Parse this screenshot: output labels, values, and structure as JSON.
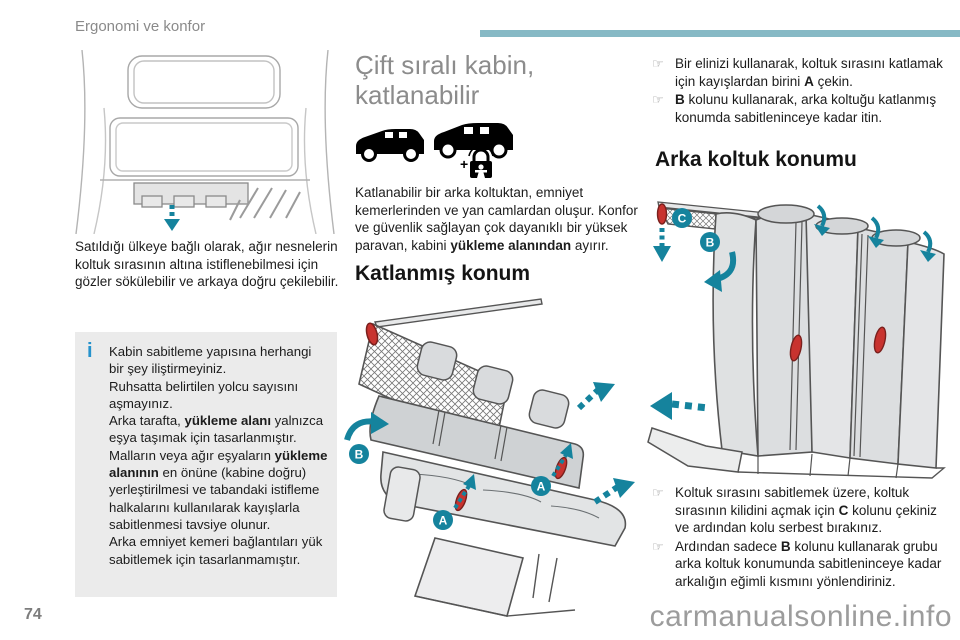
{
  "page": {
    "section_label": "Ergonomi ve konfor",
    "page_number": "74",
    "watermark": "carmanualsonline.info"
  },
  "colors": {
    "header_bar": "#86b9c5",
    "accent_teal": "#15839d",
    "strap_red": "#c8332f",
    "info_blue": "#2592cc",
    "heading_gray": "#8c8c8c"
  },
  "left_column": {
    "caption": "Satıldığı ülkeye bağlı olarak, ağır nesnelerin koltuk sırasının altına istiflenebilmesi için gözler sökülebilir ve arkaya doğru çekilebilir.",
    "info_box": {
      "icon": "i",
      "line1": {
        "pre": "Kabin sabitleme yapısına herhangi bir şey iliştirmeyiniz.",
        "bold": "",
        "post": ""
      },
      "line2": {
        "pre": "Ruhsatta belirtilen yolcu sayısını aşmayınız.",
        "bold": "",
        "post": ""
      },
      "line3": {
        "pre": "Arka tarafta, ",
        "bold": "yükleme alanı",
        "post": " yalnızca eşya taşımak için tasarlanmıştır."
      },
      "line4": {
        "pre": "Malların veya ağır eşyaların ",
        "bold": "yükleme alanının",
        "post": " en önüne (kabine doğru) yerleştirilmesi ve tabandaki istifleme halkalarını kullanılarak kayışlarla sabitlenmesi tavsiye olunur."
      },
      "line5": {
        "pre": "Arka emniyet kemeri bağlantıları yük sabitlemek için tasarlanmamıştır.",
        "bold": "",
        "post": ""
      }
    }
  },
  "middle_column": {
    "heading_line1": "Çift sıralı kabin,",
    "heading_line2": "katlanabilir",
    "plus_sign": "+",
    "intro": {
      "pre": "Katlanabilir bir arka koltuktan, emniyet kemerlerinden ve yan camlardan oluşur. Konfor ve güvenlik sağlayan çok dayanıklı bir yüksek paravan, kabini ",
      "bold": "yükleme alanından",
      "post": " ayırır."
    },
    "subheading": "Katlanmış konum"
  },
  "right_column": {
    "bullet_glyph": "☞",
    "bullets_top": [
      {
        "pre": "Bir elinizi kullanarak, koltuk sırasını katlamak için kayışlardan birini ",
        "bold": "A",
        "post": " çekin."
      },
      {
        "pre": "",
        "bold": "B",
        "post": " kolunu kullanarak, arka koltuğu katlanmış konumda sabitleninceye kadar itin."
      }
    ],
    "heading": "Arka koltuk konumu",
    "bullets_bottom": [
      {
        "pre": "Koltuk sırasını sabitlemek üzere, koltuk sırasının kilidini açmak için ",
        "bold": "C",
        "post": " kolunu çekiniz ve ardından kolu serbest bırakınız."
      },
      {
        "pre": "Ardından sadece ",
        "bold": "B",
        "post": " kolunu kullanarak grubu arka koltuk konumunda sabitleninceye kadar arkalığın eğimli kısmını yönlendiriniz."
      }
    ]
  },
  "labels": {
    "a": "A",
    "b": "B",
    "c": "C"
  }
}
